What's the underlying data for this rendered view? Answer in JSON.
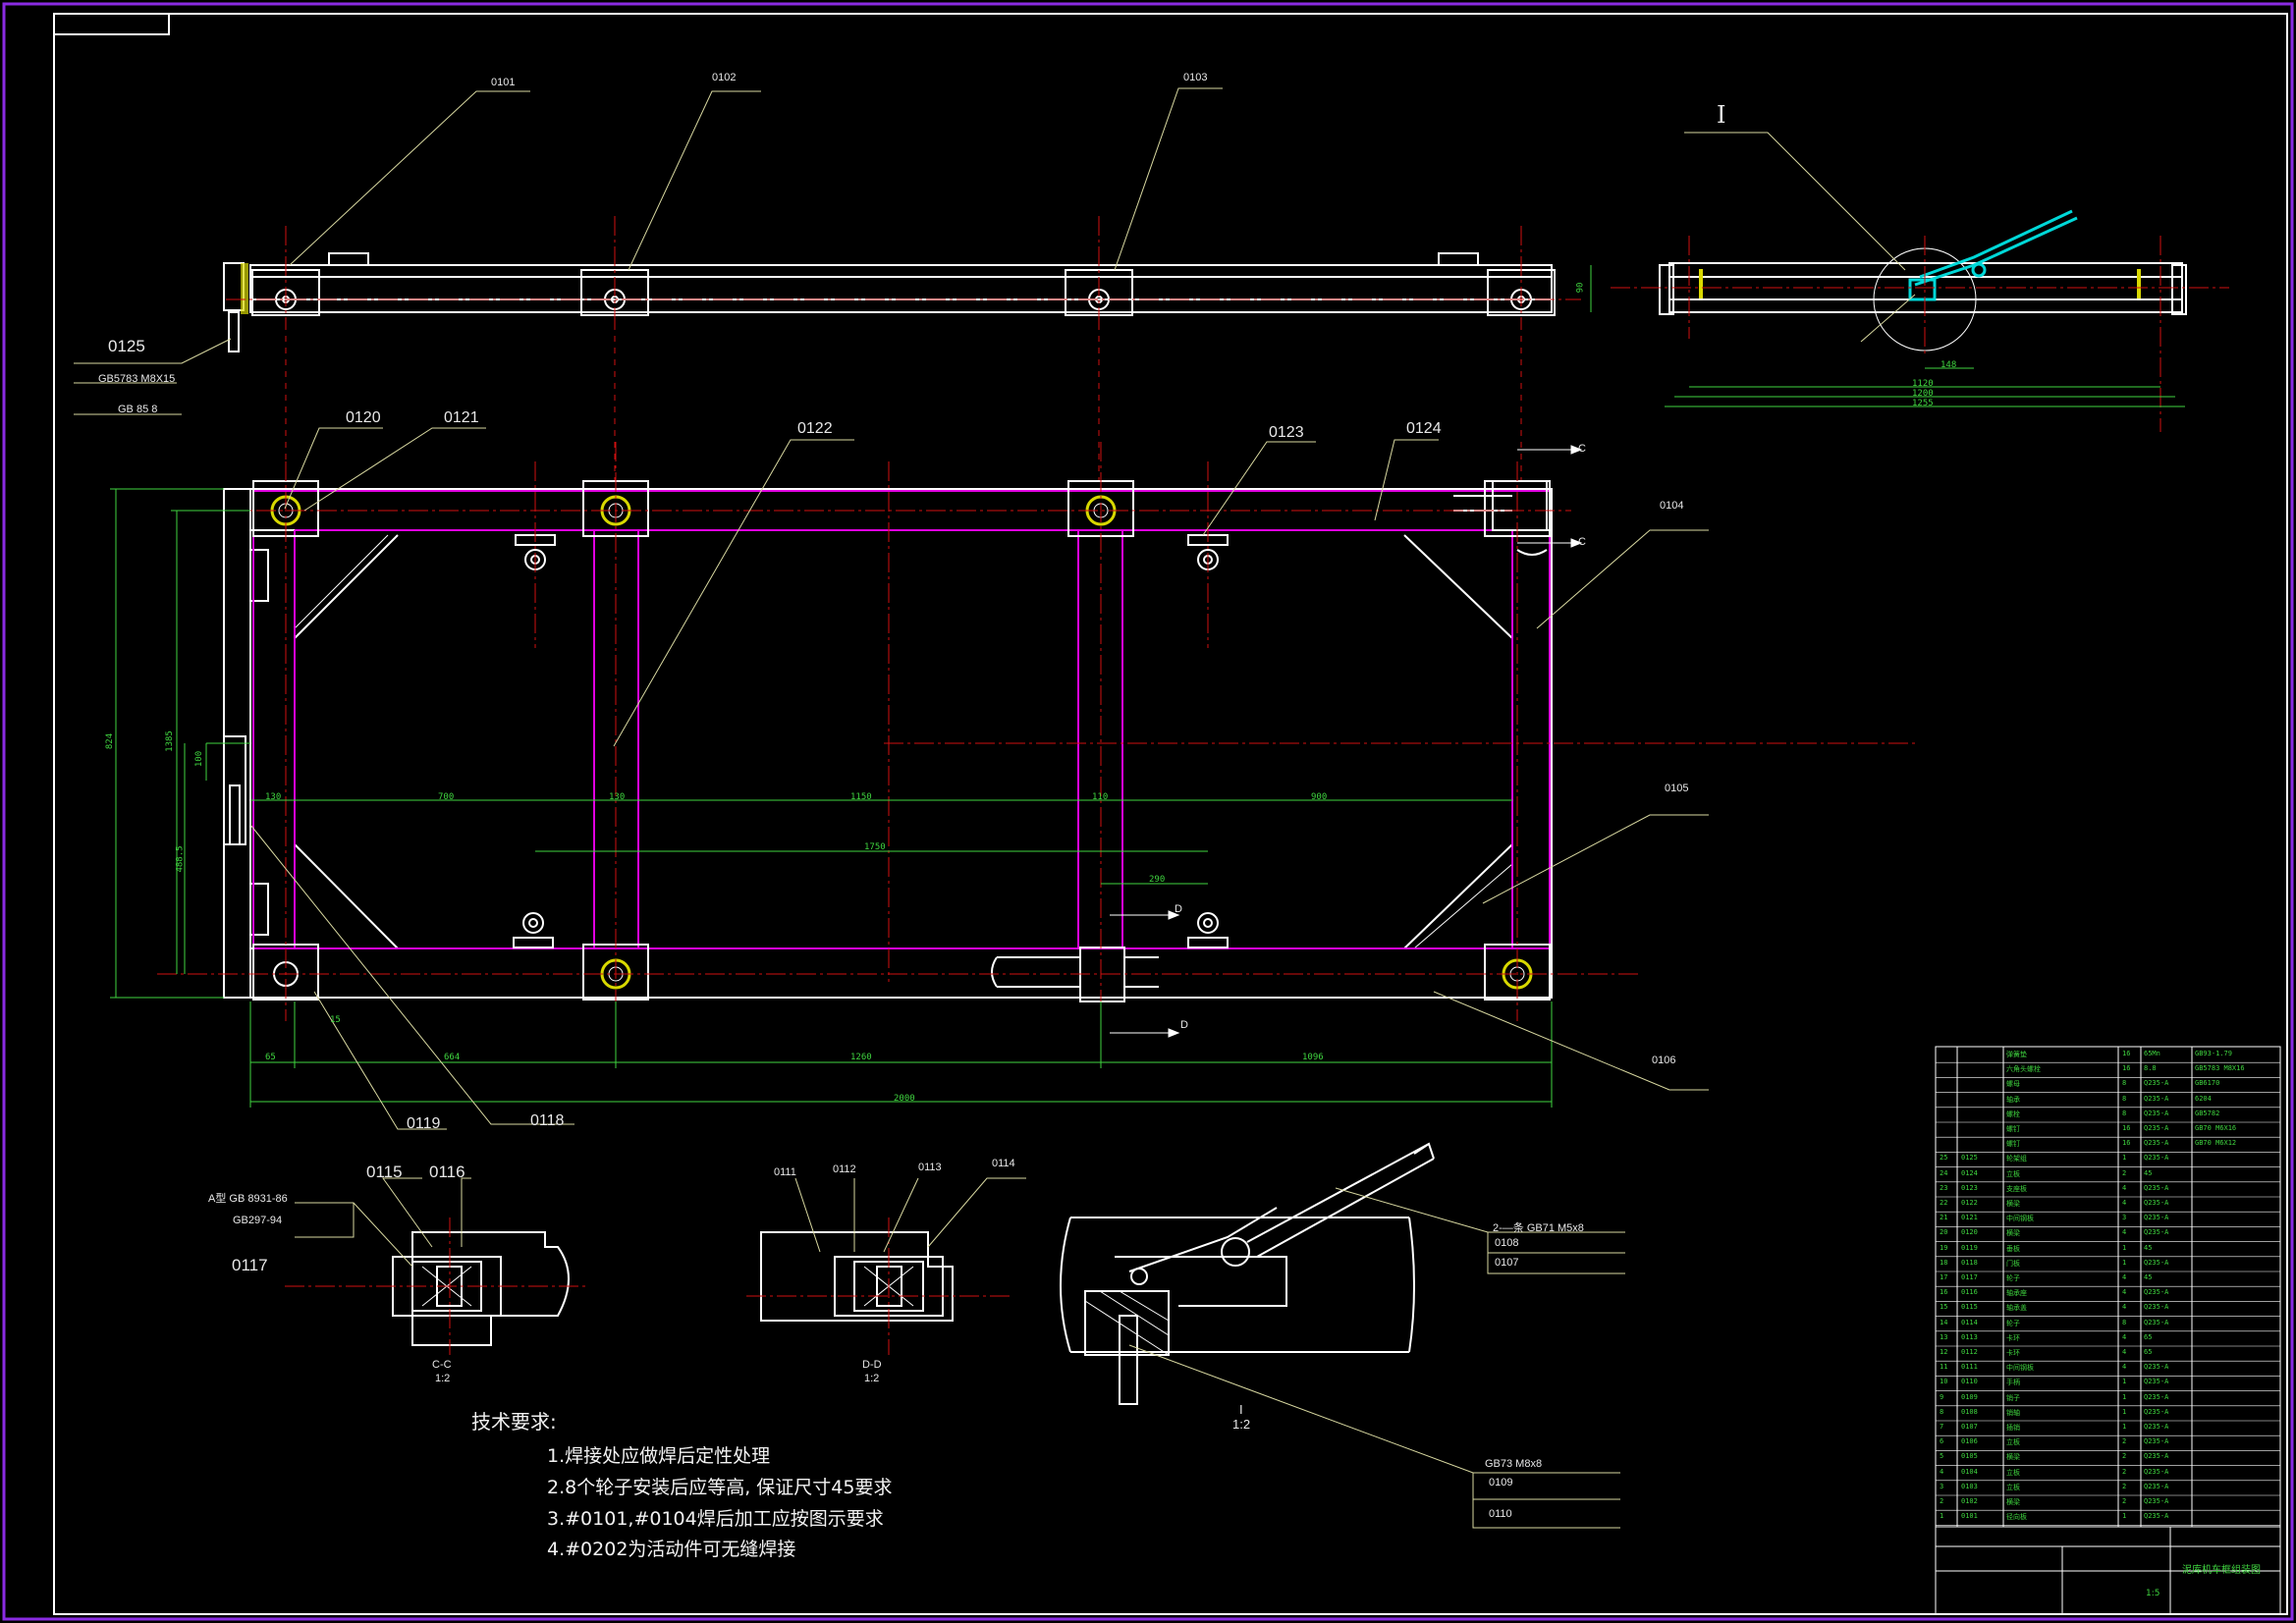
{
  "sheet": {
    "border_color": "#8a2be2",
    "line_color": "#ffffff",
    "highlight_color": "#e000e0",
    "bearing_color": "#d8d800",
    "centerline_color": "#d01010",
    "dimension_color": "#3fd43f",
    "handle_color": "#00d8d8",
    "leader_color": "#d8d8a0"
  },
  "part_labels": {
    "p0101": "0101",
    "p0102": "0102",
    "p0103": "0103",
    "p0104": "0104",
    "p0105": "0105",
    "p0106": "0106",
    "p0107": "0107",
    "p0108": "0108",
    "p0109": "0109",
    "p0110": "0110",
    "p0111": "0111",
    "p0112": "0112",
    "p0113": "0113",
    "p0114": "0114",
    "p0115": "0115",
    "p0116": "0116",
    "p0117": "0117",
    "p0118": "0118",
    "p0119": "0119",
    "p0120": "0120",
    "p0121": "0121",
    "p0122": "0122",
    "p0123": "0123",
    "p0124": "0124",
    "p0125": "0125"
  },
  "standard_parts": {
    "gb5783": "GB5783  M8X15",
    "gb85": "GB 85  8",
    "gb8931": "A型 GB  8931-86",
    "gb297": "GB297-94",
    "gb71": "2-—条 GB71 M5x8",
    "gb73": "GB73  M8x8"
  },
  "view_labels": {
    "detail_i": "I",
    "detail_i_scale_name": "I",
    "detail_i_scale": "1:2",
    "section_cc": "C-C",
    "section_cc_scale": "1:2",
    "section_dd": "D-D",
    "section_dd_scale": "1:2",
    "arrow_c1": "C",
    "arrow_c2": "C",
    "arrow_d1": "D",
    "arrow_d2": "D"
  },
  "dimensions": {
    "d_65": "65",
    "d_664": "664",
    "d_1260": "1260",
    "d_1096": "1096",
    "d_2000": "2000",
    "d_700": "700",
    "d_1150": "1150",
    "d_900": "900",
    "d_1750": "1750",
    "d_290": "290",
    "d_100": "100",
    "d_4885": "488.5",
    "d_1385": "1385",
    "d_824": "824",
    "d_15": "15",
    "d_130a": "130",
    "d_130b": "130",
    "d_110": "110",
    "d_90": "90",
    "d_1120": "1120",
    "d_1200": "1200",
    "d_1255": "1255",
    "d_148": "148"
  },
  "technical_requirements": {
    "title": "技术要求:",
    "items": [
      "1.焊接处应做焊后定性处理",
      "2.8个轮子安装后应等高, 保证尺寸45要求",
      "3.#0101,#0104焊后加工应按图示要求",
      "4.#0202为活动件可无缝焊接"
    ]
  },
  "title_block": {
    "drawing_title": "泥库机车框组装图",
    "scale": "1:5"
  },
  "bom": {
    "rows": [
      [
        "",
        "",
        "弹簧垫",
        "16",
        "65Mn",
        "GB93-1.79"
      ],
      [
        "",
        "",
        "六角头螺栓",
        "16",
        "8.8",
        "GB5783 M8X16"
      ],
      [
        "",
        "",
        "螺母",
        "8",
        "Q235-A",
        "GB6170"
      ],
      [
        "",
        "",
        "轴承",
        "8",
        "Q235-A",
        "6204"
      ],
      [
        "",
        "",
        "螺栓",
        "8",
        "Q235-A",
        "GB5782"
      ],
      [
        "",
        "",
        "螺钉",
        "16",
        "Q235-A",
        "GB70 M6X16"
      ],
      [
        "",
        "",
        "螺钉",
        "16",
        "Q235-A",
        "GB70 M6X12"
      ],
      [
        "25",
        "0125",
        "轮架组",
        "1",
        "Q235-A",
        ""
      ],
      [
        "24",
        "0124",
        "立板",
        "2",
        "45",
        ""
      ],
      [
        "23",
        "0123",
        "支座板",
        "4",
        "Q235-A",
        ""
      ],
      [
        "22",
        "0122",
        "横梁",
        "4",
        "Q235-A",
        ""
      ],
      [
        "21",
        "0121",
        "中间钢板",
        "3",
        "Q235-A",
        ""
      ],
      [
        "20",
        "0120",
        "横梁",
        "4",
        "Q235-A",
        ""
      ],
      [
        "19",
        "0119",
        "垂板",
        "1",
        "45",
        ""
      ],
      [
        "18",
        "0118",
        "门板",
        "1",
        "Q235-A",
        ""
      ],
      [
        "17",
        "0117",
        "轮子",
        "4",
        "45",
        ""
      ],
      [
        "16",
        "0116",
        "轴承座",
        "4",
        "Q235-A",
        ""
      ],
      [
        "15",
        "0115",
        "轴承盖",
        "4",
        "Q235-A",
        ""
      ],
      [
        "14",
        "0114",
        "轮子",
        "8",
        "Q235-A",
        ""
      ],
      [
        "13",
        "0113",
        "卡环",
        "4",
        "65",
        ""
      ],
      [
        "12",
        "0112",
        "卡环",
        "4",
        "65",
        ""
      ],
      [
        "11",
        "0111",
        "中间钢板",
        "4",
        "Q235-A",
        ""
      ],
      [
        "10",
        "0110",
        "手柄",
        "1",
        "Q235-A",
        ""
      ],
      [
        "9",
        "0109",
        "销子",
        "1",
        "Q235-A",
        ""
      ],
      [
        "8",
        "0108",
        "销轴",
        "1",
        "Q235-A",
        ""
      ],
      [
        "7",
        "0107",
        "插销",
        "1",
        "Q235-A",
        ""
      ],
      [
        "6",
        "0106",
        "立板",
        "2",
        "Q235-A",
        ""
      ],
      [
        "5",
        "0105",
        "横梁",
        "2",
        "Q235-A",
        ""
      ],
      [
        "4",
        "0104",
        "立板",
        "2",
        "Q235-A",
        ""
      ],
      [
        "3",
        "0103",
        "立板",
        "2",
        "Q235-A",
        ""
      ],
      [
        "2",
        "0102",
        "横梁",
        "2",
        "Q235-A",
        ""
      ],
      [
        "1",
        "0101",
        "径向板",
        "1",
        "Q235-A",
        ""
      ]
    ]
  }
}
